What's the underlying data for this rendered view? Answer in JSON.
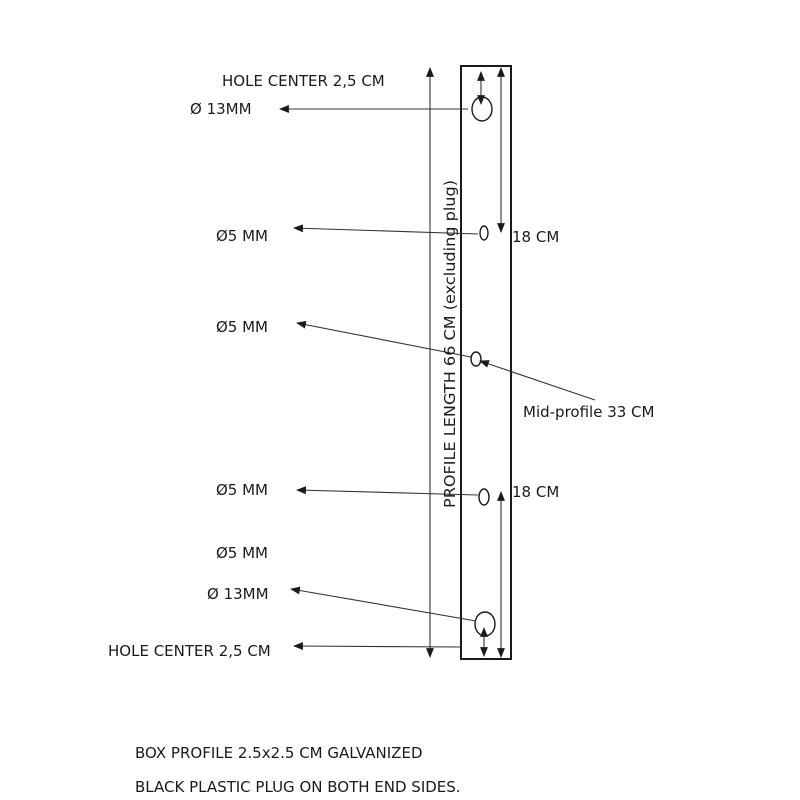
{
  "labels": {
    "hole_center_top": "HOLE CENTER 2,5 CM",
    "diam_13_top": "Ø 13MM",
    "diam_5_a": "Ø5 MM",
    "diam_5_b": "Ø5 MM",
    "diam_5_c": "Ø5 MM",
    "diam_5_d": "Ø5 MM",
    "diam_13_bottom": "Ø 13MM",
    "hole_center_bottom": "HOLE CENTER 2,5 CM",
    "dim_18_top": "18 CM",
    "dim_18_bottom": "18 CM",
    "mid_profile": "Mid-profile 33 CM",
    "profile_length": "PROFILE LENGTH 66 CM (excluding plug)"
  },
  "notes": {
    "line1": "BOX PROFILE 2.5x2.5 CM GALVANIZED",
    "line2": "BLACK PLASTIC PLUG ON BOTH END SIDES."
  }
}
